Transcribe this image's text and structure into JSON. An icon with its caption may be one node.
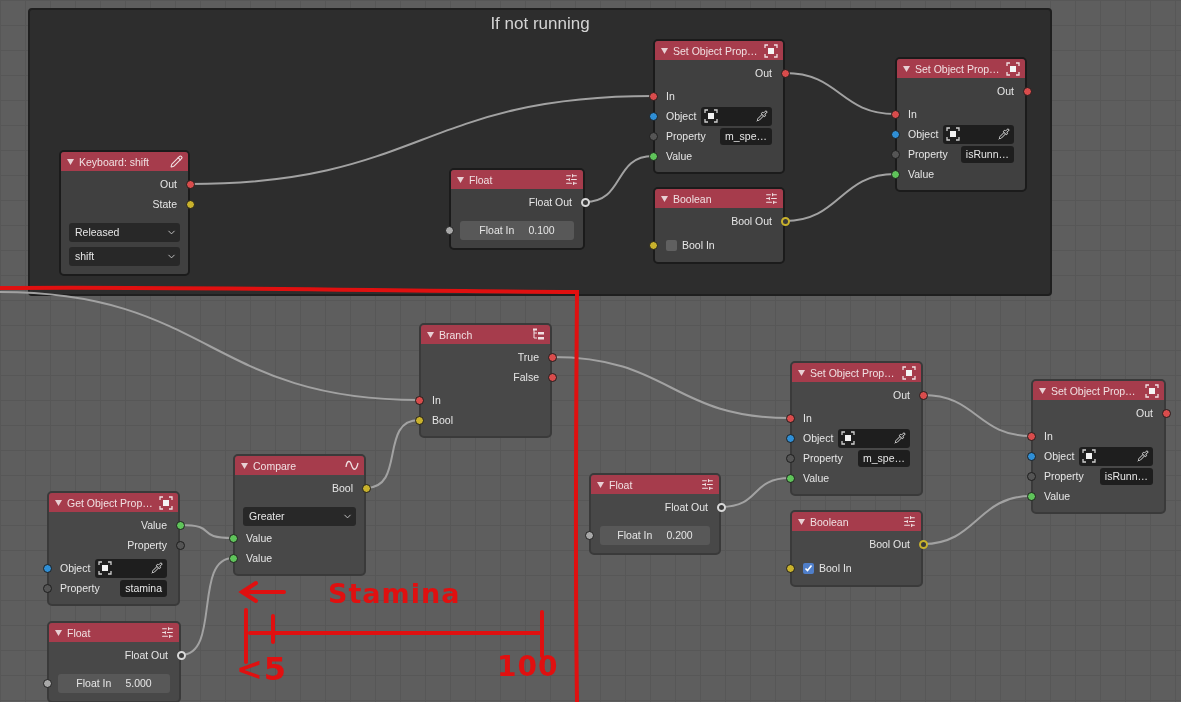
{
  "diagram": {
    "nodes": [
      {
        "text": [
          "If not running"
        ]
      },
      {
        "text": [
          "Keyboard: shift",
          "Out",
          "State",
          "Released",
          "shift"
        ],
        "in": 0
      },
      {
        "text": [
          "Float",
          "Float Out",
          "Float In",
          "0.100"
        ],
        "in": 0
      },
      {
        "text": [
          "Set Object Prop…",
          "Out",
          "In",
          "Object",
          "Property",
          "m_spe…",
          "Value"
        ],
        "in": 0
      },
      {
        "text": [
          "Boolean",
          "Bool Out",
          "Bool In"
        ],
        "in": 0
      },
      {
        "text": [
          "Set Object Prop…",
          "Out",
          "In",
          "Object",
          "Property",
          "isRunn…",
          "Value"
        ],
        "in": 0
      },
      {
        "text": [
          "Branch",
          "True",
          "False",
          "In",
          "Bool"
        ]
      },
      {
        "text": [
          "Compare",
          "Bool",
          "Greater",
          "Value",
          "Value"
        ]
      },
      {
        "text": [
          "Get Object Prop…",
          "Value",
          "Property",
          "Object",
          "Property",
          "stamina"
        ]
      },
      {
        "text": [
          "Float",
          "Float Out",
          "Float In",
          "5.000"
        ]
      },
      {
        "text": [
          "Float",
          "Float Out",
          "Float In",
          "0.200"
        ]
      },
      {
        "text": [
          "Set Object Prop…",
          "Out",
          "In",
          "Object",
          "Property",
          "m_spe…",
          "Value"
        ]
      },
      {
        "text": [
          "Boolean",
          "Bool Out",
          "Bool In"
        ]
      },
      {
        "text": [
          "Set Object Prop…",
          "Out",
          "In",
          "Object",
          "Property",
          "isRunn…",
          "Value"
        ]
      }
    ],
    "edges": [
      {
        "from": 1,
        "to": 3,
        "arrow": "none"
      },
      {
        "from": 2,
        "to": 3,
        "arrow": "none"
      },
      {
        "from": 3,
        "to": 5,
        "arrow": "none"
      },
      {
        "from": 4,
        "to": 5,
        "arrow": "none"
      },
      {
        "from": null,
        "to": 6,
        "arrow": "none"
      },
      {
        "from": 7,
        "to": 6,
        "arrow": "none"
      },
      {
        "from": 8,
        "to": 7,
        "arrow": "none"
      },
      {
        "from": 9,
        "to": 7,
        "arrow": "none"
      },
      {
        "from": 6,
        "to": 11,
        "arrow": "none"
      },
      {
        "from": 10,
        "to": 11,
        "arrow": "none"
      },
      {
        "from": 11,
        "to": 13,
        "arrow": "none"
      },
      {
        "from": 12,
        "to": 13,
        "arrow": "none"
      }
    ],
    "labels": [
      "Stamina",
      "<5",
      "100"
    ]
  }
}
